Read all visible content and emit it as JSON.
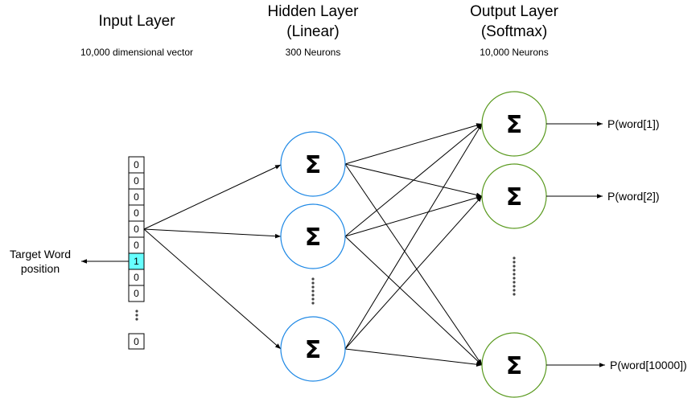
{
  "layers": {
    "input": {
      "title": "Input Layer",
      "subtitle": "10,000 dimensional vector"
    },
    "hidden": {
      "title_line1": "Hidden Layer",
      "title_line2": "(Linear)",
      "subtitle": "300 Neurons"
    },
    "output": {
      "title_line1": "Output Layer",
      "title_line2": "(Softmax)",
      "subtitle": "10,000 Neurons"
    }
  },
  "input_vector": {
    "cells": [
      "0",
      "0",
      "0",
      "0",
      "0",
      "0",
      "1",
      "0",
      "0"
    ],
    "highlight_index": 6,
    "last_cell": "0",
    "highlight_color": "#66ffff"
  },
  "neuron_symbol": "Σ",
  "target_label": {
    "line1": "Target Word",
    "line2": "position"
  },
  "outputs": [
    "P(word[1])",
    "P(word[2])",
    "P(word[10000])"
  ],
  "colors": {
    "hidden_neuron": "#1e88e5",
    "output_neuron": "#5a9a1f"
  }
}
